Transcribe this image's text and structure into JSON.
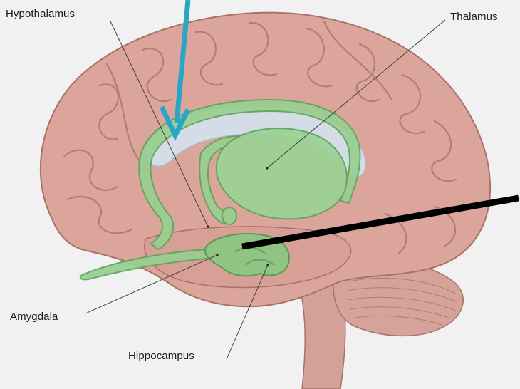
{
  "labels": {
    "hypothalamus": "Hypothalamus",
    "thalamus": "Thalamus",
    "amygdala": "Amygdala",
    "hippocampus": "Hippocampus"
  },
  "colors": {
    "background": "#f1f1f1",
    "brain": "#d9a39a",
    "brain_shadow": "#b77f76",
    "limbic": "#98cf90",
    "limbic_stroke": "#5da45a",
    "ventricle": "#d4e3ef",
    "arrow": "#2aa5c5",
    "pointer": "#000000"
  },
  "icons": {
    "arrow": "down-arrow-icon",
    "pointer": "pointer-line"
  }
}
